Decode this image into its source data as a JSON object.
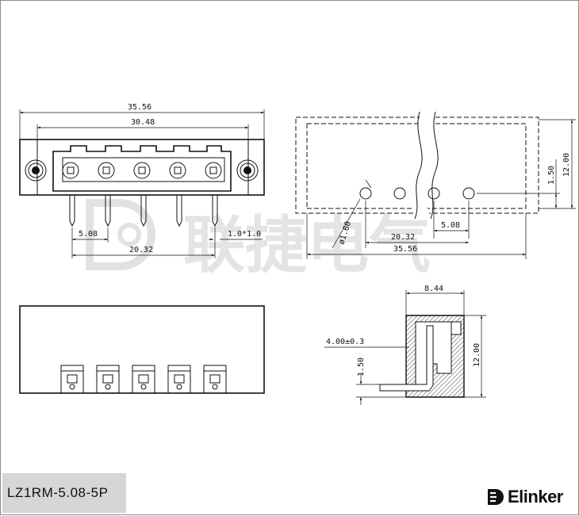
{
  "watermark": {
    "company_cn": "联捷电气"
  },
  "front_view": {
    "overall_width": "35.56",
    "span_width": "30.48",
    "pin_pitch": "5.08",
    "pin_size": "1.0*1.0",
    "total_span": "20.32"
  },
  "pcb_layout": {
    "hole_diameter": "ø1.60",
    "hole_offset": "1.50",
    "height": "12.00",
    "pitch": "5.08",
    "span": "20.32",
    "overall": "35.56"
  },
  "side_view": {
    "depth": "8.44",
    "pin_length": "4.00±0.3",
    "pin_offset": "1.50",
    "height": "12.00"
  },
  "footer": {
    "part_number": "LZ1RM-5.08-5P",
    "brand": "Elinker"
  }
}
